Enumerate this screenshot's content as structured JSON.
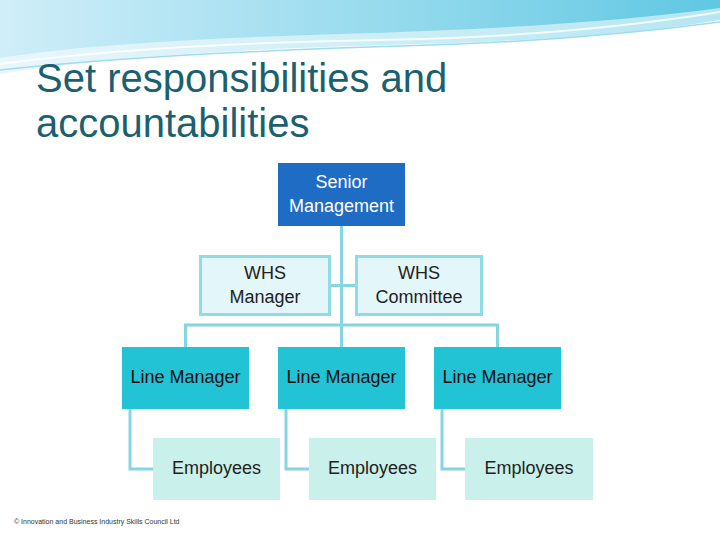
{
  "diagram": {
    "title": "Set responsibilities and accountabilities",
    "nodes": [
      {
        "text": [
          "Senior Management"
        ]
      },
      {
        "text": [
          "WHS Manager"
        ]
      },
      {
        "text": [
          "WHS Committee"
        ]
      },
      {
        "text": [
          "Line Manager"
        ]
      },
      {
        "text": [
          "Line Manager"
        ]
      },
      {
        "text": [
          "Line Manager"
        ]
      },
      {
        "text": [
          "Employees"
        ]
      },
      {
        "text": [
          "Employees"
        ]
      },
      {
        "text": [
          "Employees"
        ]
      }
    ],
    "edges": [
      {
        "from": 0,
        "to": 1,
        "arrow": "none"
      },
      {
        "from": 0,
        "to": 2,
        "arrow": "none"
      },
      {
        "from": 0,
        "to": 3,
        "arrow": "none"
      },
      {
        "from": 0,
        "to": 4,
        "arrow": "none"
      },
      {
        "from": 0,
        "to": 5,
        "arrow": "none"
      },
      {
        "from": 3,
        "to": 6,
        "arrow": "none"
      },
      {
        "from": 4,
        "to": 7,
        "arrow": "none"
      },
      {
        "from": 5,
        "to": 8,
        "arrow": "none"
      }
    ],
    "labels": [
      "© Innovation and Business Industry Skills Council Ltd"
    ]
  }
}
